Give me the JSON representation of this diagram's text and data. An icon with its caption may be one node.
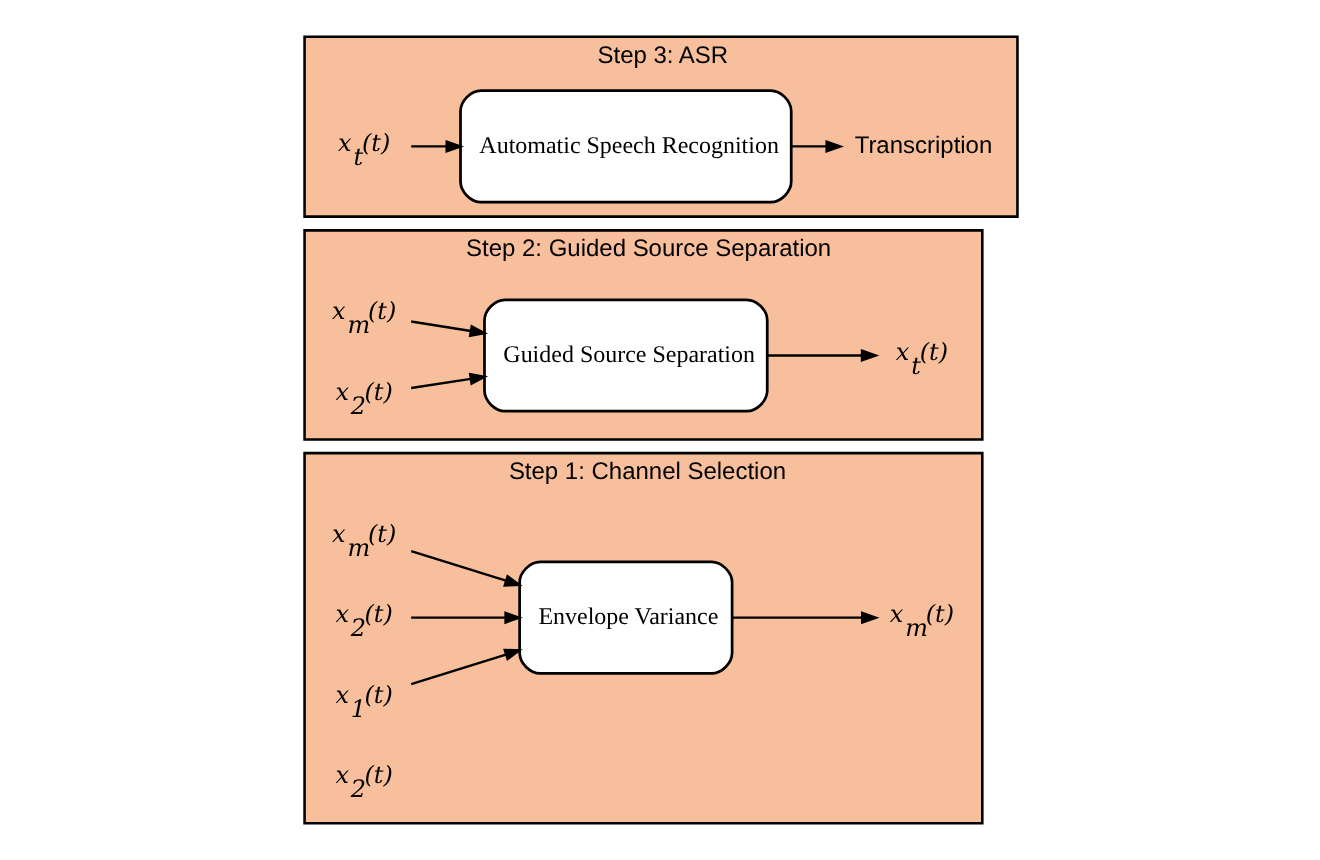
{
  "diagram": {
    "nodes": [
      {
        "text": [
          "Step 1: Channel Selection"
        ]
      },
      {
        "text": [
          "x$_{m}$(t)"
        ],
        "in": 0
      },
      {
        "text": [
          "x$_{2}$(t)"
        ],
        "in": 0
      },
      {
        "text": [
          "x$_{1}$(t)"
        ],
        "in": 0
      },
      {
        "text": [
          "Envelope Variance"
        ],
        "in": 0
      },
      {
        "text": [
          "x$_{m}$(t)"
        ],
        "in": 0
      },
      {
        "text": [
          "x$_{2}$(t)"
        ],
        "in": 0
      },
      {
        "text": [
          "Step 2: Guided Source Separation"
        ]
      },
      {
        "text": [
          "x$_{m}$(t)"
        ],
        "in": 7
      },
      {
        "text": [
          "x$_{2}$(t)"
        ],
        "in": 7
      },
      {
        "text": [
          "Guided Source Separation"
        ],
        "in": 7
      },
      {
        "text": [
          "x$_{t}$(t)"
        ],
        "in": 7
      },
      {
        "text": [
          "Step 3: ASR"
        ]
      },
      {
        "text": [
          "x$_{t}$(t)"
        ],
        "in": 12
      },
      {
        "text": [
          "Automatic Speech Recognition"
        ],
        "in": 12
      },
      {
        "text": [
          "Transcription"
        ],
        "in": 12
      }
    ],
    "edges": [
      {
        "from": 1,
        "to": 4,
        "arrow": "to"
      },
      {
        "from": 2,
        "to": 4,
        "arrow": "to"
      },
      {
        "from": 3,
        "to": 4,
        "arrow": "to"
      },
      {
        "from": 4,
        "to": 5,
        "arrow": "to"
      },
      {
        "from": 8,
        "to": 10,
        "arrow": "to"
      },
      {
        "from": 9,
        "to": 10,
        "arrow": "to"
      },
      {
        "from": 10,
        "to": 11,
        "arrow": "to"
      },
      {
        "from": 13,
        "to": 14,
        "arrow": "to"
      },
      {
        "from": 14,
        "to": 15,
        "arrow": "to"
      }
    ]
  }
}
